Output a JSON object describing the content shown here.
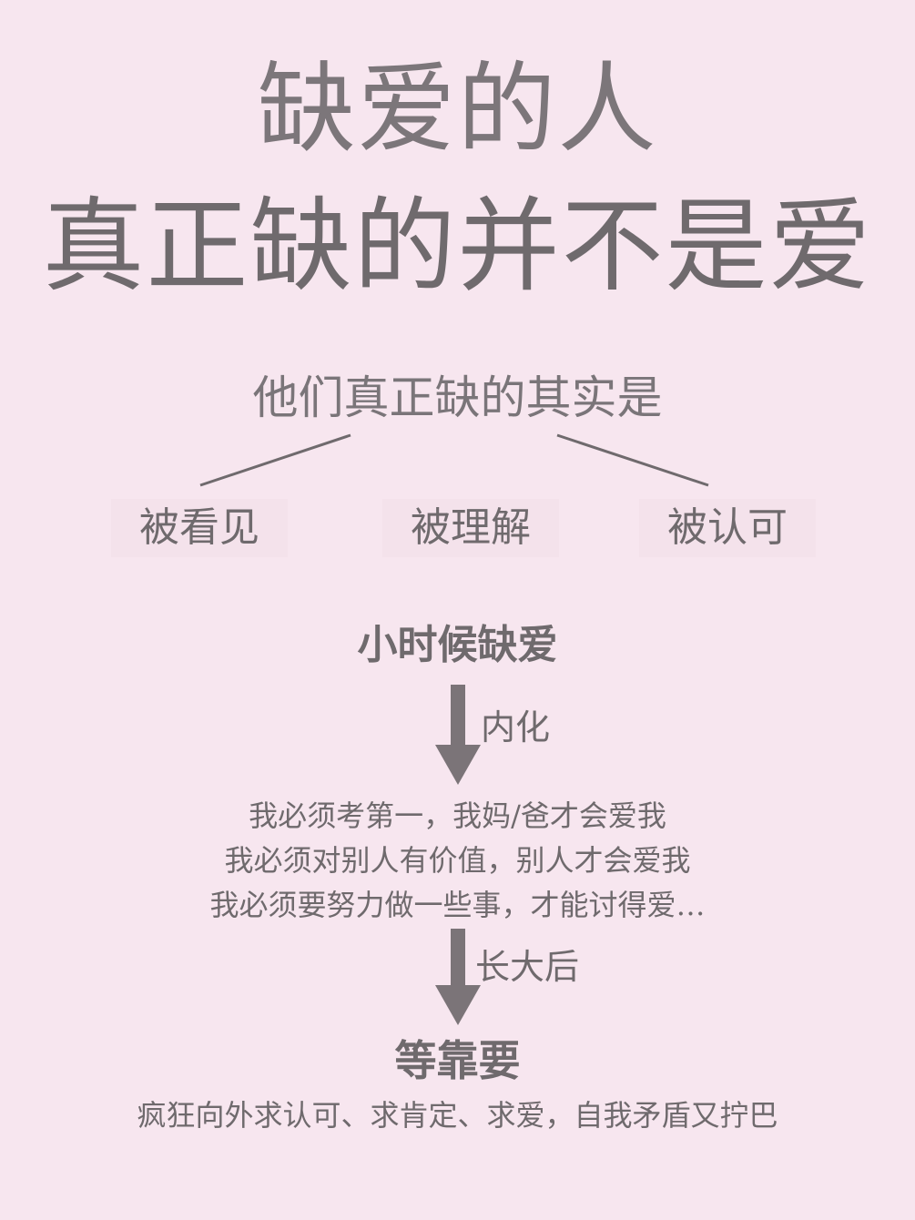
{
  "title": {
    "line1": "缺爱的人",
    "line2": "真正缺的并不是爱"
  },
  "subtitle": "他们真正缺的其实是",
  "needs": [
    "被看见",
    "被理解",
    "被认可"
  ],
  "flow": {
    "childhood": "小时候缺爱",
    "arrow1_label": "内化",
    "beliefs": [
      "我必须考第一，我妈/爸才会爱我",
      "我必须对别人有价值，别人才会爱我",
      "我必须要努力做一些事，才能讨得爱…"
    ],
    "arrow2_label": "长大后",
    "adult": "等靠要",
    "adult_desc": "疯狂向外求认可、求肯定、求爱，自我矛盾又拧巴"
  },
  "colors": {
    "background": "#f7e6ef",
    "text": "#6f6a6d",
    "arrow": "#7b7478"
  }
}
